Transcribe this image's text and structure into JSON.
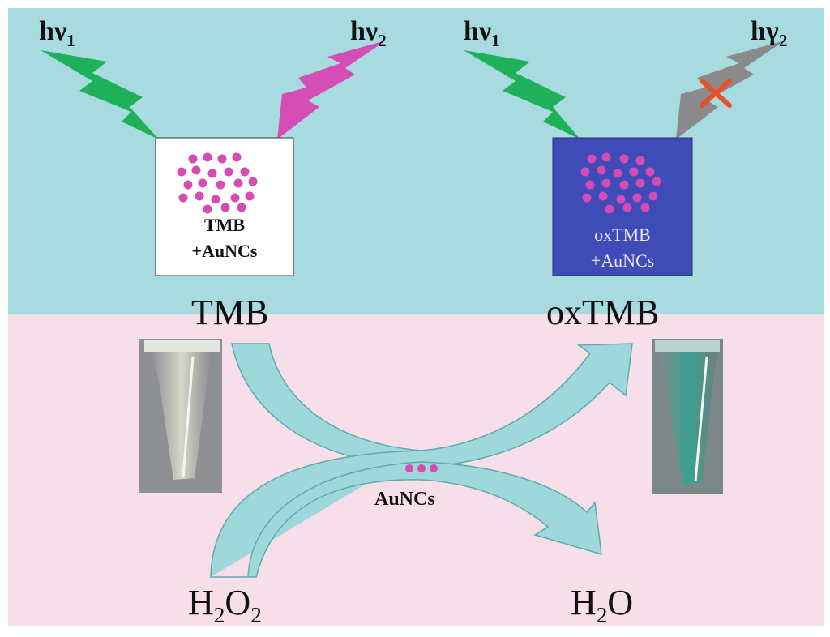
{
  "colors": {
    "top_band": "#a7dbdf",
    "bottom_band": "#f7dfe9",
    "green_bolt": "#1fb05a",
    "magenta_bolt": "#d44db5",
    "gray_bolt": "#8a8a8a",
    "cross": "#e8502a",
    "dot": "#d44db5",
    "left_box": "#ffffff",
    "right_box": "#3f4bb6",
    "arrow": "#9ed8da",
    "arrow_dark": "#5fa9ac"
  },
  "left_panel": {
    "excitation": {
      "symbol": "hν",
      "subscript": "1"
    },
    "emission": {
      "symbol": "hν",
      "subscript": "2"
    },
    "box_lines": [
      "TMB",
      "+AuNCs"
    ]
  },
  "right_panel": {
    "excitation": {
      "symbol": "hν",
      "subscript": "1"
    },
    "emission": {
      "symbol": "hγ",
      "subscript": "2"
    },
    "box_lines": [
      "oxTMB",
      "+AuNCs"
    ]
  },
  "reaction": {
    "substrate": "TMB",
    "product": "oxTMB",
    "oxidant": {
      "base": "H",
      "sub1": "2",
      "base2": "O",
      "sub2": "2"
    },
    "water": {
      "base": "H",
      "sub1": "2",
      "base2": "O"
    },
    "catalyst": "AuNCs"
  },
  "icons": {
    "left_tube": "colorless-tube-photo",
    "right_tube": "blue-green-tube-photo",
    "quench": "cross-icon"
  }
}
